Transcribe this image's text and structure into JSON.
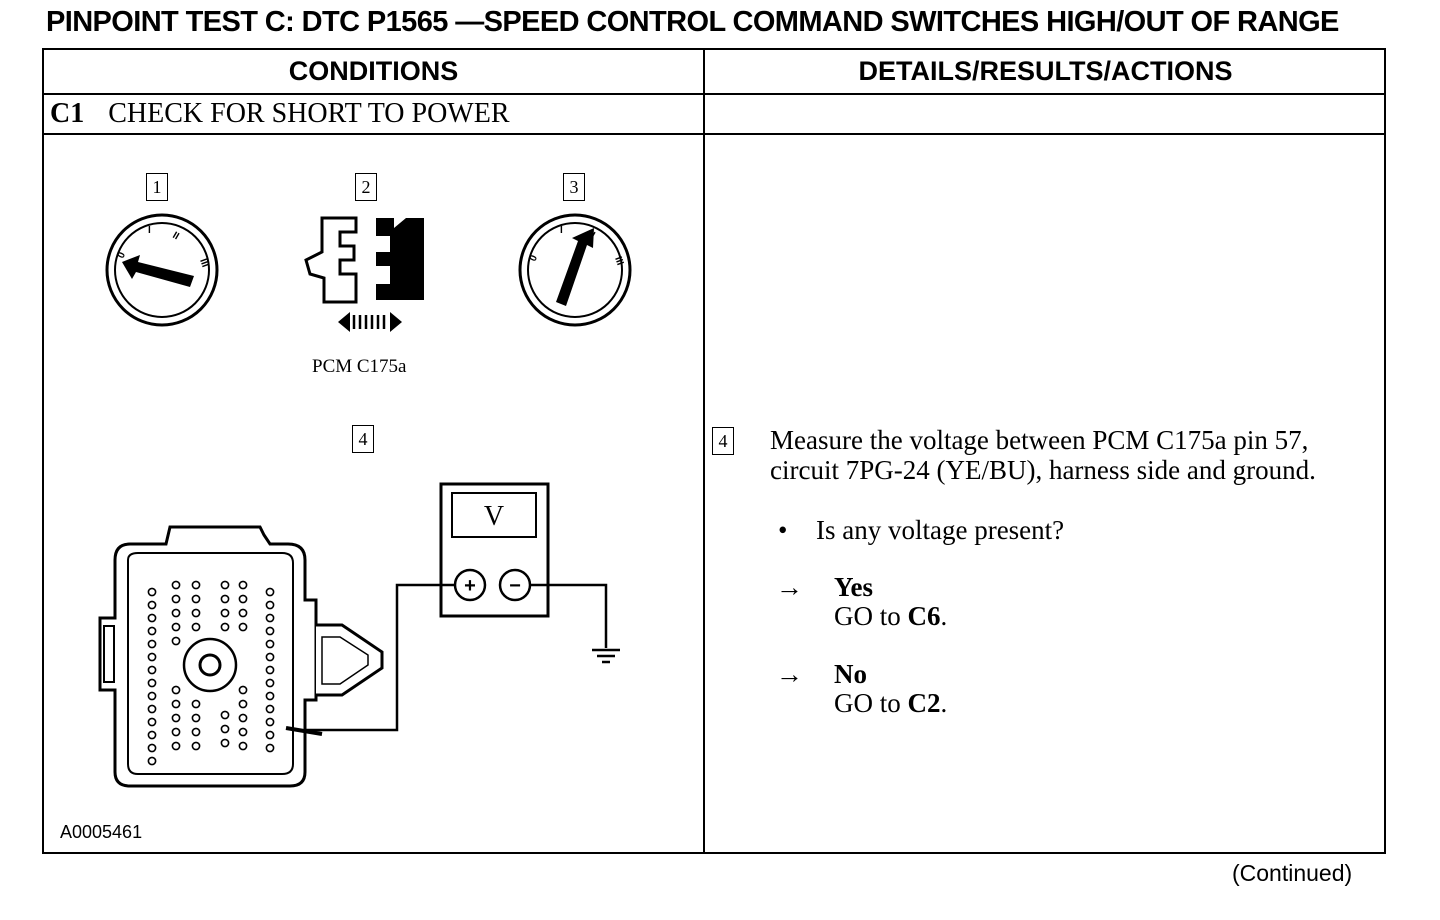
{
  "title": "PINPOINT TEST C:  DTC P1565 —SPEED CONTROL COMMAND SWITCHES HIGH/OUT OF RANGE",
  "headers": {
    "conditions": "CONDITIONS",
    "details": "DETAILS/RESULTS/ACTIONS"
  },
  "step": {
    "id": "C1",
    "title": "CHECK FOR SHORT TO POWER"
  },
  "diagram": {
    "callouts": [
      "1",
      "2",
      "3",
      "4"
    ],
    "ignition_labels": [
      "0",
      "I",
      "II",
      "III"
    ],
    "connector_label": "PCM C175a",
    "meter_display": "V",
    "meter_plus": "+",
    "meter_minus": "−",
    "figure_id": "A0005461"
  },
  "details": {
    "step_ref": "4",
    "instruction": "Measure the voltage between PCM C175a pin 57, circuit 7PG-24 (YE/BU), harness side and ground.",
    "bullet": "•",
    "question": "Is any voltage present?",
    "arrow": "→",
    "results": [
      {
        "answer": "Yes",
        "action_prefix": "GO to ",
        "action_target": "C6",
        "action_suffix": "."
      },
      {
        "answer": "No",
        "action_prefix": "GO to ",
        "action_target": "C2",
        "action_suffix": "."
      }
    ]
  },
  "continued": "(Continued)"
}
